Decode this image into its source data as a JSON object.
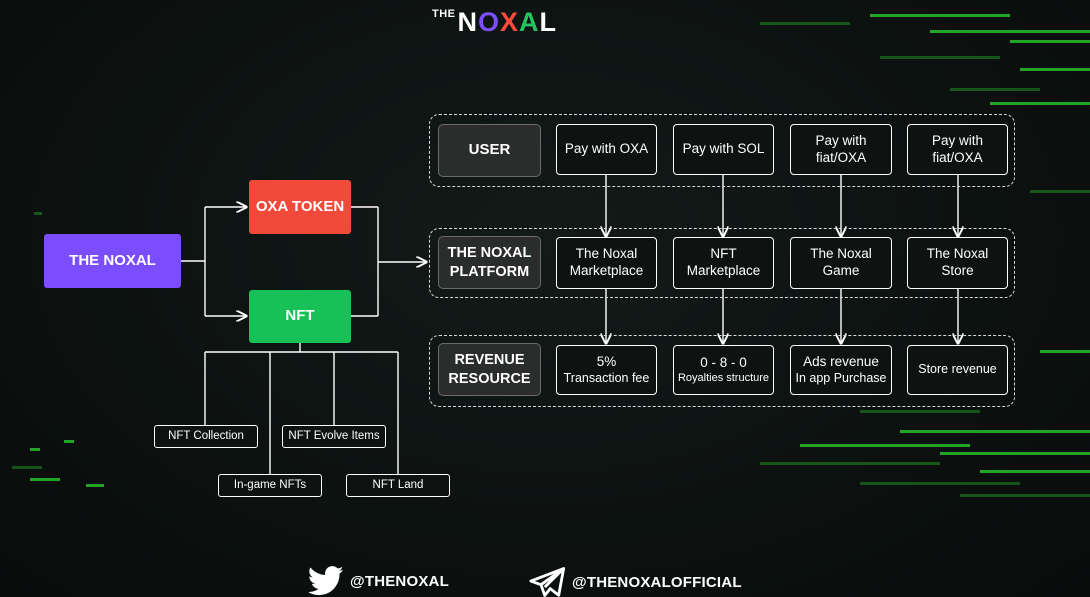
{
  "brand": {
    "logo_the": "THE",
    "logo_main": "NOXAL",
    "colors": {
      "n": "#ffffff",
      "o": "#7d4dff",
      "x": "#ff4a3d",
      "a": "#22c55e",
      "l": "#ffffff"
    }
  },
  "left": {
    "root": "THE NOXAL",
    "oxa_token": "OXA TOKEN",
    "nft": "NFT",
    "nft_items": {
      "collection": "NFT Collection",
      "evolve": "NFT Evolve Items",
      "ingame": "In-game NFTs",
      "land": "NFT Land"
    },
    "colors": {
      "root": "#7c4dff",
      "oxa": "#f24a3a",
      "nft": "#18c157"
    }
  },
  "rows": {
    "user": {
      "label": "USER",
      "cells": [
        "Pay with OXA",
        "Pay with SOL",
        "Pay with fiat/OXA",
        "Pay with fiat/OXA"
      ]
    },
    "platform": {
      "label": "THE NOXAL PLATFORM",
      "cells": [
        "The Noxal Marketplace",
        "NFT Marketplace",
        "The Noxal Game",
        "The Noxal Store"
      ]
    },
    "revenue": {
      "label": "REVENUE RESOURCE",
      "cells": [
        {
          "line1": "5%",
          "line2": "Transaction fee"
        },
        {
          "line1": "0 - 8 - 0",
          "line2": "Royalties structure"
        },
        {
          "line1": "Ads revenue",
          "line2": "In app Purchase"
        },
        {
          "line1": "Store revenue",
          "line2": ""
        }
      ]
    }
  },
  "footer": {
    "twitter_icon": "twitter-bird-icon",
    "twitter_handle": "@THENOXAL",
    "telegram_icon": "telegram-plane-icon",
    "telegram_handle": "@THENOXALOFFICIAL"
  }
}
